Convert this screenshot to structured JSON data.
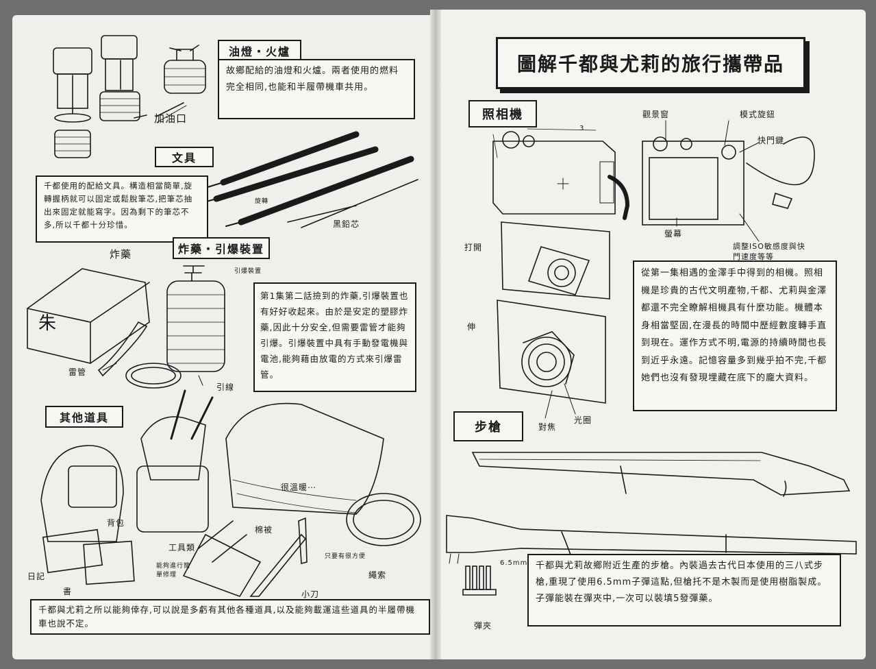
{
  "title": "圖解千都與尤莉的旅行攜帶品",
  "sections": {
    "lamp": {
      "label": "油燈・火爐",
      "text": "故鄉配給的油燈和火爐。兩者使用的燃料完全相同,也能和半履帶機車共用。",
      "ann_oil": "加油口"
    },
    "stationery": {
      "label": "文具",
      "text": "千都使用的配給文具。構造相當簡單,旋轉握柄就可以固定或鬆脫筆芯,把筆芯抽出來固定就能寫字。因為剩下的筆芯不多,所以千都十分珍惜。",
      "ann_knob": "旋轉",
      "ann_lead": "黑鉛芯"
    },
    "explosive": {
      "label": "炸藥・引爆裝置",
      "text": "第1集第二話撿到的炸藥,引爆裝置也有好好收起來。由於是安定的塑膠炸藥,因此十分安全,但需要雷管才能夠引爆。引爆裝置中具有手動發電機與電池,能夠藉由放電的方式來引爆雷管。",
      "ann_bomb": "炸藥",
      "ann_device": "引爆裝置",
      "ann_cap": "雷管",
      "ann_wire": "引線"
    },
    "other": {
      "label": "其他道具",
      "text": "千都與尤莉之所以能夠倖存,可以說是多虧有其他各種道具,以及能夠載運這些道具的半履帶機車也說不定。",
      "ann_bag": "背包",
      "ann_diary": "日記",
      "ann_book": "書",
      "ann_tools": "工具類",
      "ann_tools_note": "能夠進行簡單修理",
      "ann_quilt": "棉被",
      "ann_warm": "很溫暖⋯",
      "ann_knife": "小刀",
      "ann_rope": "繩索",
      "ann_rope_note": "只要有很方便"
    },
    "camera": {
      "label": "照相機",
      "text": "從第一集相遇的金澤手中得到的相機。照相機是珍貴的古代文明產物,千都、尤莉與金澤都還不完全瞭解相機具有什麼功能。機體本身相當堅固,在漫長的時間中歷經數度轉手直到現在。運作方式不明,電源的持續時間也長到近乎永遠。記憶容量多到幾乎拍不完,千都她們也沒有發現埋藏在底下的龐大資料。",
      "ann_viewfinder": "觀景窗",
      "ann_mode": "模式旋鈕",
      "ann_shutter": "快門鍵",
      "ann_screen": "螢幕",
      "ann_iso": "調整ISO敏感度與快門速度等等",
      "ann_open": "打開",
      "ann_extend": "伸",
      "ann_focus": "對焦",
      "ann_aperture": "光圈",
      "ann_num3": "3"
    },
    "rifle": {
      "label": "步槍",
      "text": "千都與尤莉故鄉附近生產的步槍。內裝過去古代日本使用的三八式步槍,重現了使用6.5mm子彈這點,但槍托不是木製而是使用樹脂製成。子彈能裝在彈夾中,一次可以裝填5發彈藥。",
      "ann_clip": "彈夾",
      "ann_caliber": "6.5mm"
    }
  }
}
